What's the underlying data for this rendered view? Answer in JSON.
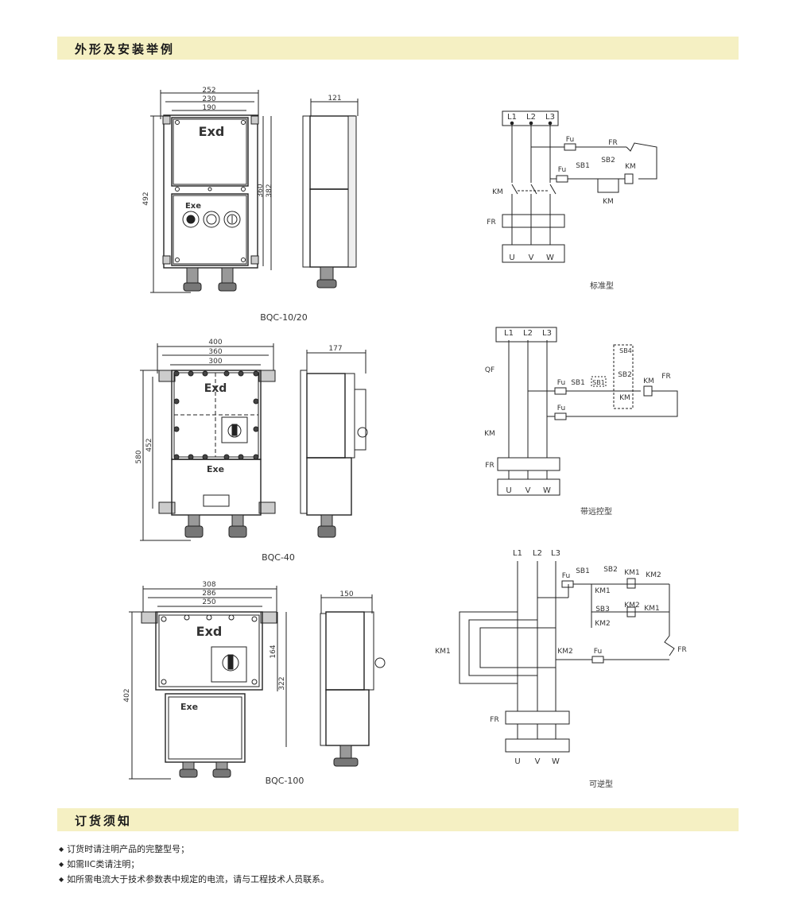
{
  "sections": {
    "installation_title": "外形及安装举例",
    "ordering_title": "订货须知"
  },
  "drawings": {
    "bqc10": {
      "model": "BQC-10/20",
      "dims": {
        "w1": "252",
        "w2": "230",
        "w3": "190",
        "h_total": "492",
        "h1": "360",
        "h2": "382",
        "depth": "121"
      },
      "top_mark": "Exd",
      "bottom_mark": "Exe"
    },
    "bqc40": {
      "model": "BQC-40",
      "dims": {
        "w1": "400",
        "w2": "360",
        "w3": "300",
        "h_total": "580",
        "h1": "452",
        "depth": "177"
      },
      "top_mark": "Exd",
      "bottom_mark": "Exe"
    },
    "bqc100": {
      "model": "BQC-100",
      "dims": {
        "w1": "308",
        "w2": "286",
        "w3": "250",
        "h_total": "402",
        "h1": "164",
        "h2": "322",
        "depth": "150"
      },
      "top_mark": "Exd",
      "bottom_mark": "Exe"
    }
  },
  "circuits": {
    "standard": {
      "title": "标准型",
      "phases": [
        "L1",
        "L2",
        "L3"
      ],
      "outputs": [
        "U",
        "V",
        "W"
      ],
      "labels": {
        "fu1": "Fu",
        "fu2": "Fu",
        "fr_top": "FR",
        "sb1": "SB1",
        "sb2": "SB2",
        "km_coil": "KM",
        "km_aux": "KM",
        "km_main": "KM",
        "fr": "FR"
      }
    },
    "remote": {
      "title": "带远控型",
      "phases": [
        "L1",
        "L2",
        "L3"
      ],
      "outputs": [
        "U",
        "V",
        "W"
      ],
      "labels": {
        "qf": "QF",
        "sb4": "SB4",
        "fu1": "Fu",
        "sb1": "SB1",
        "sb1b": "SB1",
        "sb2": "SB2",
        "km_coil": "KM",
        "fr_top": "FR",
        "km_aux": "KM",
        "fu2": "Fu",
        "km_main": "KM",
        "fr": "FR"
      }
    },
    "reversible": {
      "title": "可逆型",
      "phases": [
        "L1",
        "L2",
        "L3"
      ],
      "outputs": [
        "U",
        "V",
        "W"
      ],
      "labels": {
        "fu1": "Fu",
        "sb1": "SB1",
        "sb2": "SB2",
        "km1_coil": "KM1",
        "km2_top": "KM2",
        "km1_aux": "KM1",
        "sb3": "SB3",
        "km2_coil": "KM2",
        "km1_b": "KM1",
        "km2_aux": "KM2",
        "km1_main": "KM1",
        "km2_main": "KM2",
        "fu2": "Fu",
        "fr_ctl": "FR",
        "fr": "FR"
      }
    }
  },
  "notes": [
    "订货时请注明产品的完整型号；",
    "如需IIC类请注明；",
    "如所需电流大于技术参数表中规定的电流，请与工程技术人员联系。"
  ],
  "colors": {
    "band": "#f5f0c3",
    "line": "#222222"
  }
}
